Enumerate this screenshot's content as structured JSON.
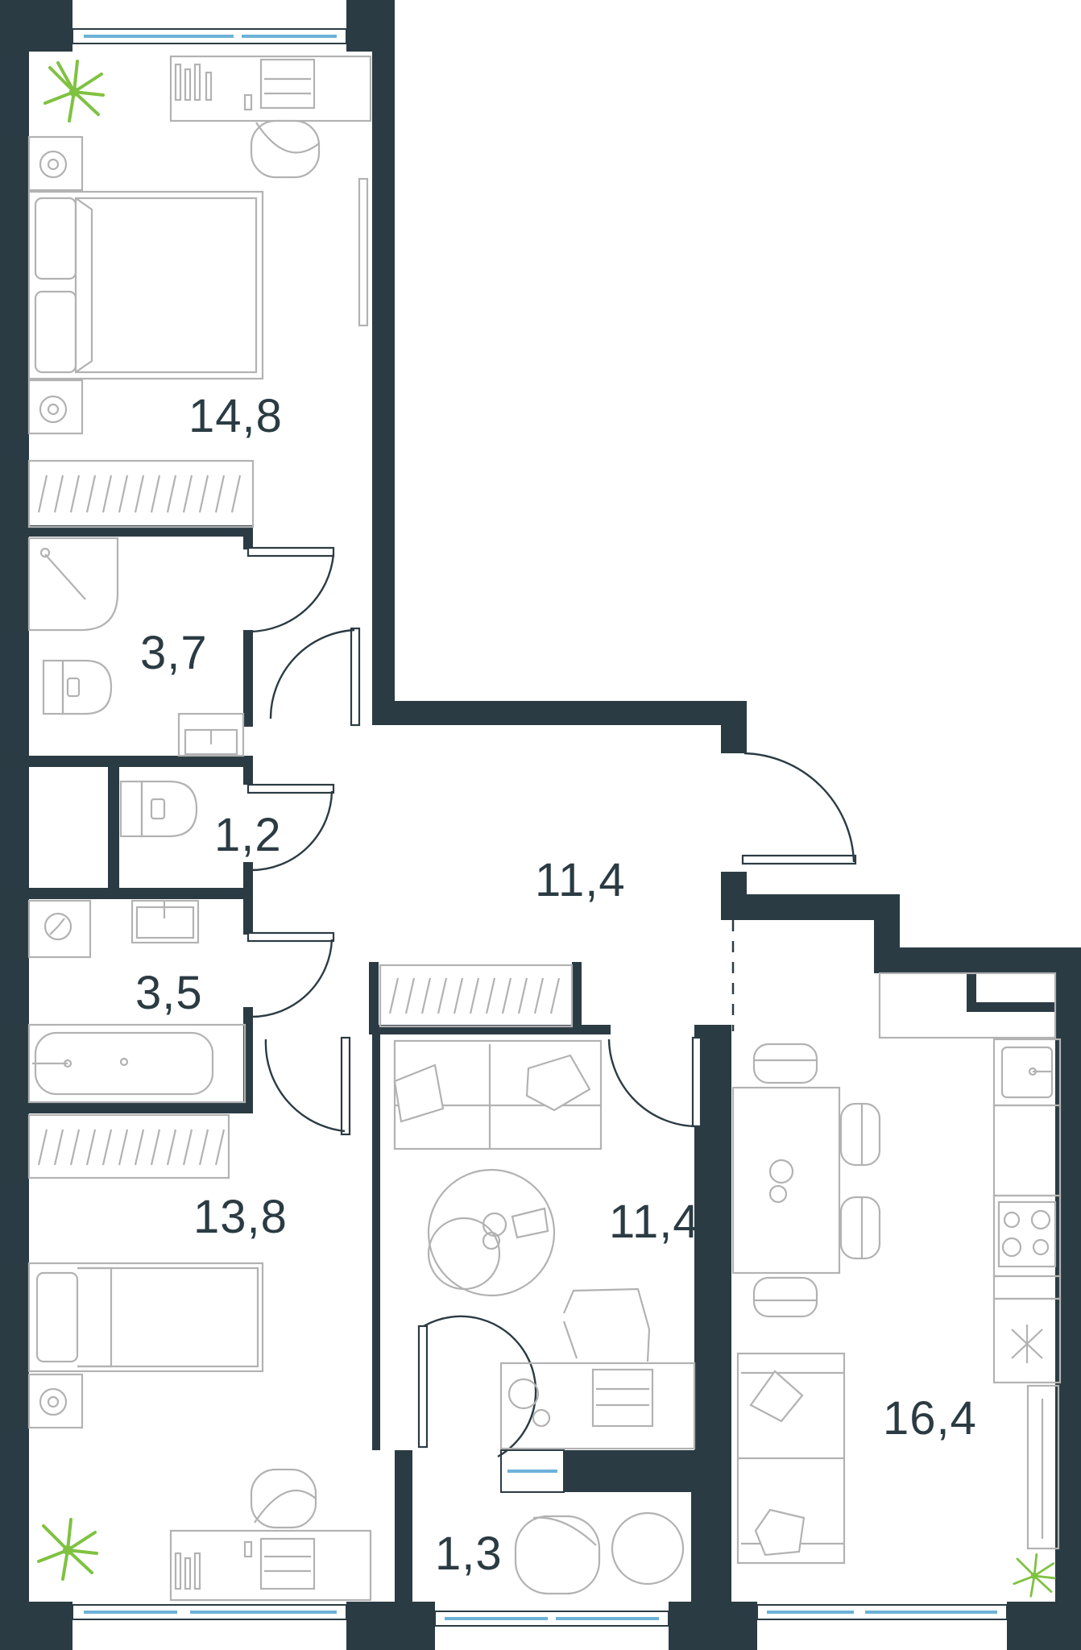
{
  "colors": {
    "wall": "#2b3b43",
    "furniture": "#b2b2b2",
    "glass": "#6cb2d8",
    "plant": "#7fc241"
  },
  "rooms": [
    {
      "id": "bedroom-1",
      "area": "14,8"
    },
    {
      "id": "bathroom-shower",
      "area": "3,7"
    },
    {
      "id": "toilet",
      "area": "1,2"
    },
    {
      "id": "hallway",
      "area": "11,4"
    },
    {
      "id": "bathroom-tub",
      "area": "3,5"
    },
    {
      "id": "bedroom-2",
      "area": "13,8"
    },
    {
      "id": "living-room",
      "area": "11,4"
    },
    {
      "id": "kitchen-dining",
      "area": "16,4"
    },
    {
      "id": "balcony",
      "area": "1,3"
    }
  ],
  "icons": {
    "plant": "potted-plant-icon",
    "door": "door-swing-icon",
    "window": "window-icon"
  }
}
